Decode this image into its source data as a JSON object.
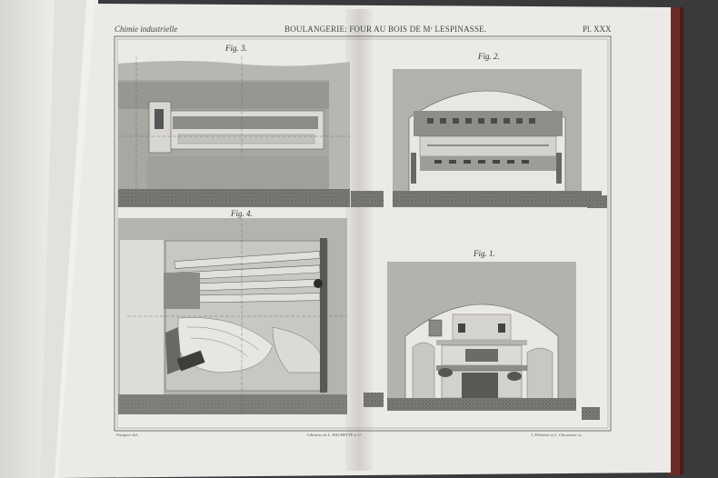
{
  "header": {
    "left": "Chimie industrielle",
    "title": "BOULANGERIE: FOUR AU BOIS DE Mʳ LESPINASSE.",
    "plate": "Pl. XXX"
  },
  "figures": {
    "fig3": "Fig. 3.",
    "fig2": "Fig. 2.",
    "fig4": "Fig. 4.",
    "fig1": "Fig. 1."
  },
  "footer": {
    "left": "Pasquier del.",
    "center": "Librairie de L. HACHETTE et Cᵉ",
    "right": "J. Pelizzolo et L. Chevassier sc."
  },
  "colors": {
    "background": "#3a3a3c",
    "paper": "#e9e8e4",
    "stone": "#8d8b87",
    "masonry": "#b8b6b1",
    "binding": "#6b2c28"
  }
}
